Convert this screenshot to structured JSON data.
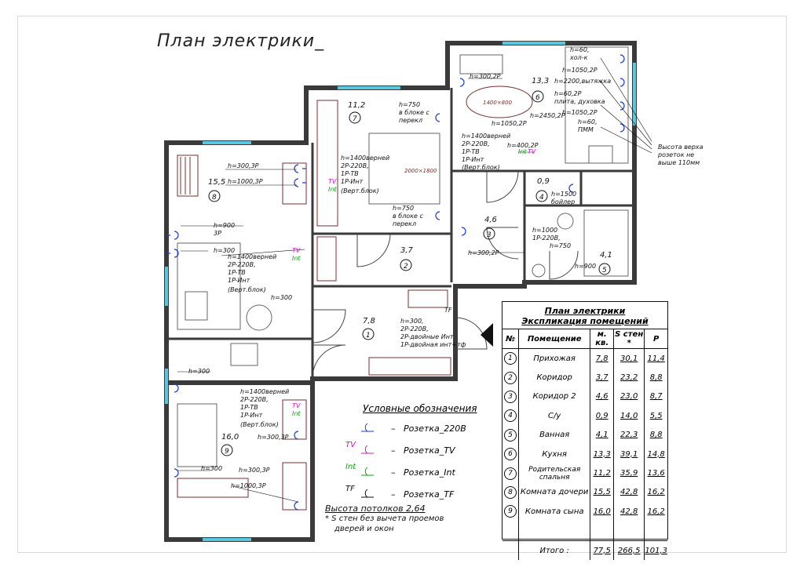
{
  "title": "План электрики_",
  "colors": {
    "wall": "#3a3a3a",
    "window": "#58c7e0",
    "furniture": "#7a2f2f",
    "socket_220": "#1a3fd0",
    "socket_tv": "#c020c0",
    "socket_int": "#10a010",
    "socket_tf": "#111111"
  },
  "rooms": [
    {
      "id": "r7",
      "area": "11,2",
      "num": "7"
    },
    {
      "id": "r6",
      "area": "13,3",
      "num": "6"
    },
    {
      "id": "r8",
      "area": "15,5",
      "num": "8"
    },
    {
      "id": "r4",
      "area": "0,9",
      "num": "4"
    },
    {
      "id": "r3",
      "area": "4,6",
      "num": "3"
    },
    {
      "id": "r2",
      "area": "3,7",
      "num": "2"
    },
    {
      "id": "r5",
      "area": "4,1",
      "num": "5"
    },
    {
      "id": "r1",
      "area": "7,8",
      "num": "1"
    },
    {
      "id": "r9",
      "area": "16,0",
      "num": "9"
    }
  ],
  "furniture_labels": {
    "bed": "2000×1800",
    "table": "1400×800"
  },
  "annotations": {
    "a1": "h=300,3P",
    "a2": "h=1000,3P",
    "a3": "h=900",
    "a4": "3P",
    "a5": "h=300",
    "a6": [
      "h=1400верней",
      "2P-220В,",
      "1P-ТВ",
      "1P-Инт",
      "(Верт.блок)"
    ],
    "a7": "h=300",
    "a8": [
      "h=750",
      "в блоке с",
      "перекл"
    ],
    "a9": [
      "h=1400верней",
      "2P-220В,",
      "1P-ТВ",
      "1P-Инт",
      "(Верт.блок)"
    ],
    "a10": [
      "h=750",
      "в блоке с",
      "перекл"
    ],
    "a11": "h=300,2P",
    "a12": [
      "h=1400верней",
      "2P-220В,",
      "1P-ТВ",
      "1P-Инт",
      "(Верт.блок)"
    ],
    "a13": "h=400,2P",
    "a14": "h=1050,2P",
    "a15": [
      "h=2450,2P",
      "h=1050,2P"
    ],
    "a16": [
      "h=60,",
      "ПММ"
    ],
    "a17": [
      "h=60,2P",
      "плита, духовка"
    ],
    "a18": "h=2200,вытяжка",
    "a19": "h=1050,2P",
    "a20": [
      "h=60,",
      "хол-к"
    ],
    "a21": [
      "Высота верха",
      "розеток не",
      "выше 110мм"
    ],
    "a22": [
      "h=1500",
      "бойлер"
    ],
    "a23": [
      "h=1000",
      "1P-220В,"
    ],
    "a24": "h=750",
    "a25": "h=900",
    "a26": "h=300,2P",
    "a27": [
      "h=300,",
      "2P-220В,",
      "2P-двойные Инт",
      "1P-двойная инт+тф"
    ],
    "a28": "h=300",
    "a29": [
      "h=1400верней",
      "2P-220В,",
      "1P-ТВ",
      "1P-Инт",
      "(Верт.блок)"
    ],
    "a30": "h=300,3P",
    "a31": "h=300",
    "a32": "h=300,3P",
    "a33": "h=1000,3P",
    "a34": "ТV",
    "a35": "Int",
    "a36": "TV",
    "a37": "Int",
    "a38": "TF",
    "a39": "Int",
    "a40": "TV",
    "a41": "Int",
    "a42": "TV"
  },
  "explication": {
    "title": "План электрики",
    "subtitle": "Экспликация помещений",
    "headers": [
      "№",
      "Помещение",
      "м. кв.",
      "S стен *",
      "P"
    ],
    "rows": [
      {
        "num": "1",
        "name": "Прихожая",
        "area": "7,8",
        "s": "30,1",
        "p": "11,4"
      },
      {
        "num": "2",
        "name": "Коридор",
        "area": "3,7",
        "s": "23,2",
        "p": "8,8"
      },
      {
        "num": "3",
        "name": "Коридор 2",
        "area": "4,6",
        "s": "23,0",
        "p": "8,7"
      },
      {
        "num": "4",
        "name": "С/у",
        "area": "0,9",
        "s": "14,0",
        "p": "5,5"
      },
      {
        "num": "5",
        "name": "Ванная",
        "area": "4,1",
        "s": "22,3",
        "p": "8,8"
      },
      {
        "num": "6",
        "name": "Кухня",
        "area": "13,3",
        "s": "39,1",
        "p": "14,8"
      },
      {
        "num": "7",
        "name": "Родительская спальня",
        "area": "11,2",
        "s": "35,9",
        "p": "13,6"
      },
      {
        "num": "8",
        "name": "Комната дочери",
        "area": "15,5",
        "s": "42,8",
        "p": "16,2"
      },
      {
        "num": "9",
        "name": "Комната сына",
        "area": "16,0",
        "s": "42,8",
        "p": "16,2"
      }
    ],
    "total_label": "Итого :",
    "total_area": "77,5",
    "total_s": "266,5",
    "total_p": "101,3"
  },
  "legend": {
    "title": "Условные обозначения",
    "dash": "–",
    "items": [
      {
        "tag": "",
        "label": "Розетка_220В",
        "color_key": "socket_220"
      },
      {
        "tag": "TV",
        "label": "Розетка_TV",
        "color_key": "socket_tv"
      },
      {
        "tag": "Int",
        "label": "Розетка_Int",
        "color_key": "socket_int"
      },
      {
        "tag": "TF",
        "label": "Розетка_TF",
        "color_key": "socket_tf"
      }
    ]
  },
  "notes": {
    "ceiling": "Высота потолков 2,64",
    "line1": "* S стен без вычета проемов",
    "line2": "дверей и окон"
  }
}
